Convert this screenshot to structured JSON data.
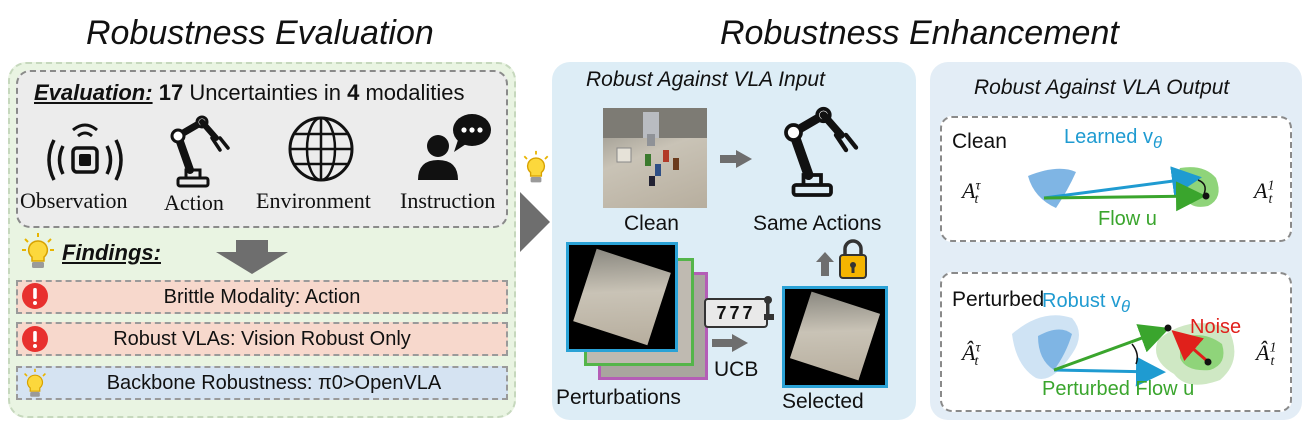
{
  "titles": {
    "left": "Robustness Evaluation",
    "right": "Robustness Enhancement"
  },
  "evaluation": {
    "label": "Evaluation:",
    "count": "17",
    "middle": "Uncertainties in",
    "modalities_count": "4",
    "tail": "modalities",
    "modalities": [
      "Observation",
      "Action",
      "Environment",
      "Instruction"
    ]
  },
  "findings": {
    "label": "Findings:",
    "items": [
      {
        "text": "Brittle Modality: Action",
        "kind": "warning"
      },
      {
        "text": "Robust VLAs: Vision Robust Only",
        "kind": "warning"
      },
      {
        "text": "Backbone Robustness: π0>OpenVLA",
        "kind": "idea"
      }
    ]
  },
  "input_panel": {
    "title": "Robust Against VLA Input",
    "clean": "Clean",
    "same_actions": "Same Actions",
    "perturbations": "Perturbations",
    "ucb": "UCB",
    "selected": "Selected",
    "slot_digits": "777"
  },
  "output_panel": {
    "title": "Robust Against VLA Output",
    "clean_box": {
      "label": "Clean",
      "learned": "Learned v",
      "learned_sub": "θ",
      "flow": "Flow u",
      "start": "A",
      "start_sup": "τ",
      "start_sub": "t",
      "end": "A",
      "end_sup": "1",
      "end_sub": "t"
    },
    "perturbed_box": {
      "label": "Perturbed",
      "robust": "Robust v",
      "robust_sub": "θ",
      "noise": "Noise",
      "flow": "Perturbed Flow u",
      "start": "Â",
      "start_sup": "τ",
      "start_sub": "t",
      "end": "Â",
      "end_sup": "1",
      "end_sub": "t"
    }
  },
  "colors": {
    "green_panel": "#e9f4e2",
    "blue_panel": "#ddedf6",
    "finding_red": "#f7d8cc",
    "finding_blue": "#d5e3f2",
    "arrow_blue": "#1f9bd1",
    "arrow_green": "#3aa52d",
    "noise_red": "#e0201b"
  }
}
